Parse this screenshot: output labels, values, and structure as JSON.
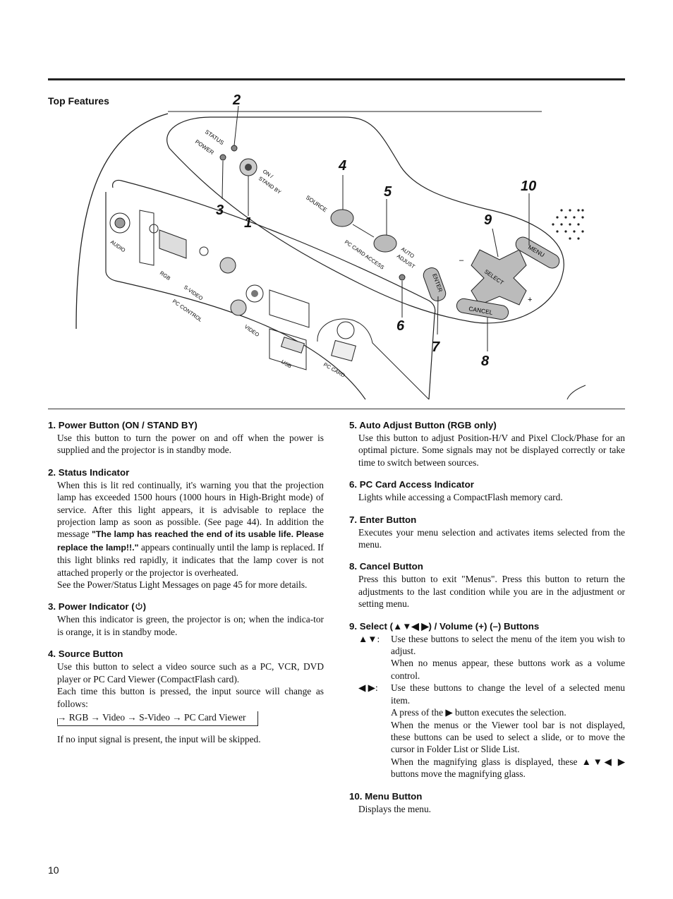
{
  "page_title": "Top Features",
  "page_number": "10",
  "diagram": {
    "callouts": [
      "1",
      "2",
      "3",
      "4",
      "5",
      "6",
      "7",
      "8",
      "9",
      "10"
    ],
    "labels": {
      "status": "STATUS",
      "power": "POWER",
      "on_standby_1": "ON /",
      "on_standby_2": "STAND BY",
      "source": "SOURCE",
      "auto_1": "AUTO",
      "auto_2": "ADJUST",
      "pc_card_access": "PC CARD ACCESS",
      "enter": "ENTER",
      "select": "SELECT",
      "cancel": "CANCEL",
      "menu": "MENU",
      "minus": "–",
      "plus": "+",
      "audio": "AUDIO",
      "rgb": "RGB",
      "svideo": "S-VIDEO",
      "pc_control": "PC CONTROL",
      "video": "VIDEO",
      "usb": "USB",
      "pc_card": "PC CARD"
    }
  },
  "items": {
    "i1": {
      "title": "1. Power Button (ON / STAND BY)",
      "body": "Use this button to turn the power on and off when the power is supplied and the projector is in standby mode."
    },
    "i2": {
      "title": "2. Status Indicator",
      "body_a": "When this is lit red continually, it's warning you that the projection lamp has exceeded 1500 hours (1000 hours in High-Bright mode) of service. After this light appears, it is advisable to replace the projection lamp as soon as possible. (See page 44). In addition the message ",
      "body_bold": "\"The lamp has reached the end of its usable life. Please replace the lamp!!.\"",
      "body_b": " appears continually until the lamp is replaced. If this light blinks red rapidly, it indicates that the lamp cover is not attached properly or the projector is overheated.",
      "body_c": "See the Power/Status Light Messages on page 45 for more details."
    },
    "i3": {
      "title": "3. Power Indicator (",
      "title_end": ")",
      "body": "When this indicator is green, the projector is on; when the indica-tor is orange, it is in standby mode."
    },
    "i4": {
      "title": "4. Source Button",
      "body_a": "Use this button to select a video source such as a PC, VCR, DVD player or PC Card Viewer (CompactFlash card).",
      "body_b": "Each time this button is pressed, the input source will change as follows:",
      "flow": "→ RGB → Video → S-Video → PC Card Viewer",
      "body_c": "If no input signal is present, the input will be skipped."
    },
    "i5": {
      "title": "5. Auto Adjust Button (RGB only)",
      "body": "Use this button to adjust Position-H/V and Pixel Clock/Phase for an optimal picture. Some signals may not be displayed correctly or take time to switch between sources."
    },
    "i6": {
      "title": "6. PC Card Access Indicator",
      "body": "Lights while accessing a CompactFlash memory card."
    },
    "i7": {
      "title": "7. Enter Button",
      "body": "Executes your menu selection and activates items selected from the menu."
    },
    "i8": {
      "title": "8. Cancel Button",
      "body": "Press this button to exit \"Menus\". Press this button to return the adjustments to the last condition while you are in the adjustment or setting menu."
    },
    "i9": {
      "title": "9. Select (▲▼◀ ▶) / Volume (+) (–) Buttons",
      "k1": "▲▼:",
      "v1": "Use these buttons to select the menu of the item you wish to adjust.",
      "v1b": "When no menus appear, these buttons work as a volume control.",
      "k2": "◀ ▶:",
      "v2": "Use these buttons to change the level of a selected menu item.",
      "v2b": "A press of the ▶ button executes the selection.",
      "v2c": "When the menus or the Viewer tool bar is not displayed, these buttons can be used to select a slide, or to move the cursor in Folder List or Slide List.",
      "v2d": "When the magnifying glass is displayed, these ▲▼◀ ▶ buttons move the magnifying glass."
    },
    "i10": {
      "title": "10. Menu Button",
      "body": "Displays the menu."
    }
  }
}
